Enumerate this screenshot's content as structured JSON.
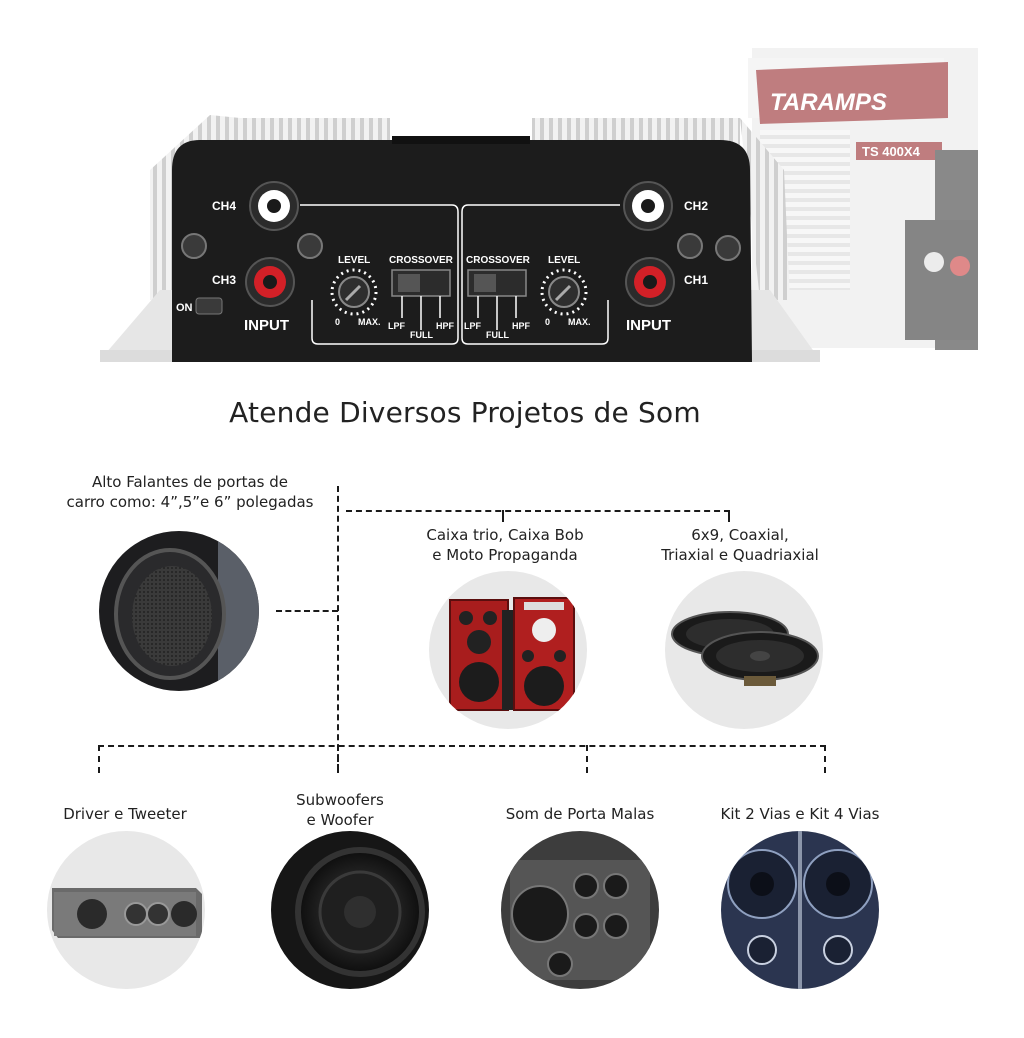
{
  "amp": {
    "brand": "TARAMPS",
    "model": "TS 400X4",
    "ch4": "CH4",
    "ch3": "CH3",
    "ch2": "CH2",
    "ch1": "CH1",
    "on": "ON",
    "input": "INPUT",
    "level": "LEVEL",
    "crossover": "CROSSOVER",
    "zero": "0",
    "max": "MAX.",
    "lpf": "LPF",
    "full": "FULL",
    "hpf": "HPF"
  },
  "headline": "Atende Diversos Projetos de Som",
  "items": [
    {
      "line1": "Alto Falantes de portas de",
      "line2": "carro como: 4”,5”e 6” polegadas"
    },
    {
      "line1": "Caixa trio, Caixa Bob",
      "line2": "e Moto Propaganda"
    },
    {
      "line1": "6x9, Coaxial,",
      "line2": "Triaxial e Quadriaxial"
    },
    {
      "line1": "Driver e Tweeter",
      "line2": ""
    },
    {
      "line1": "Subwoofers",
      "line2": "e Woofer"
    },
    {
      "line1": "Som de Porta Malas",
      "line2": ""
    },
    {
      "line1": "Kit 2 Vias e Kit 4 Vias",
      "line2": ""
    }
  ],
  "colors": {
    "accent_red": "#d32027",
    "panel": "#1c1c1c",
    "dash": "#1a1a1a"
  }
}
